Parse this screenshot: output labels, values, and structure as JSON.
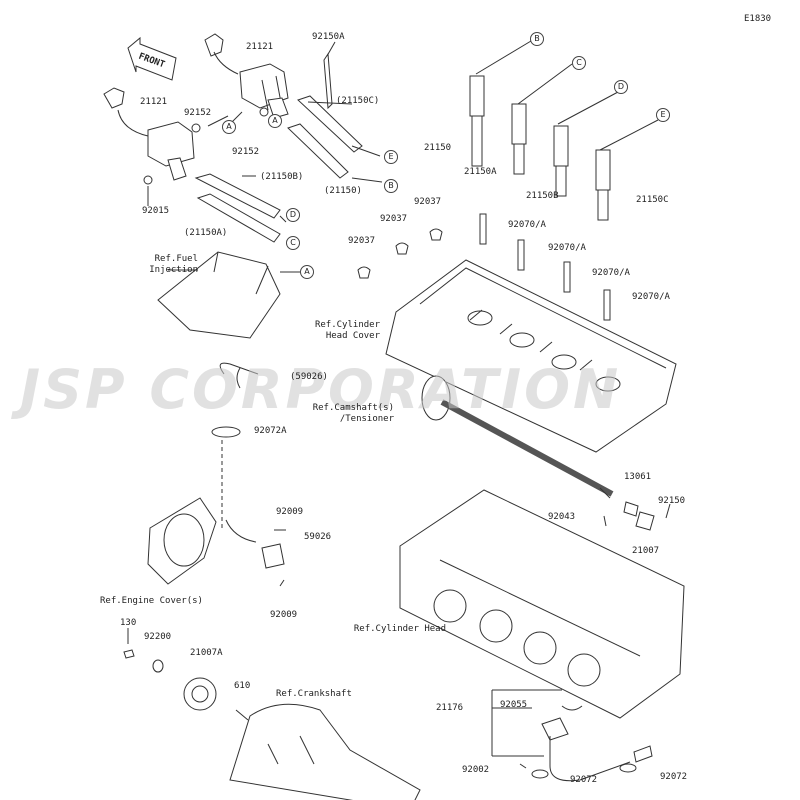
{
  "diagram_code": "E1830",
  "watermark": "JSP CORPORATION",
  "front_label": "FRONT",
  "part_labels": {
    "p21121_a": "21121",
    "p21121_b": "21121",
    "p92150A": "92150A",
    "p21150C_paren": "(21150C)",
    "p92152_a": "92152",
    "p92152_b": "92152",
    "p21150B_paren": "(21150B)",
    "p21150_paren": "(21150)",
    "p92015": "92015",
    "p21150A_paren": "(21150A)",
    "p21150": "21150",
    "p21150A": "21150A",
    "p21150B": "21150B",
    "p21150C": "21150C",
    "p92037_a": "92037",
    "p92037_b": "92037",
    "p92037_c": "92037",
    "p92070_a": "92070/A",
    "p92070_b": "92070/A",
    "p92070_c": "92070/A",
    "p92070_d": "92070/A",
    "p59026_paren": "(59026)",
    "p92072A": "92072A",
    "p13061": "13061",
    "p92150": "92150",
    "p92043": "92043",
    "p21007": "21007",
    "p92009_a": "92009",
    "p59026": "59026",
    "p92009_b": "92009",
    "p130": "130",
    "p92200": "92200",
    "p21007A": "21007A",
    "p610": "610",
    "p21176": "21176",
    "p92055": "92055",
    "p92002": "92002",
    "p92072_a": "92072",
    "p92072_b": "92072"
  },
  "references": {
    "fuel_injection": "Ref.Fuel\nInjection",
    "cylinder_head_cover": "Ref.Cylinder\nHead Cover",
    "camshaft": "Ref.Camshaft(s)\n/Tensioner",
    "engine_cover": "Ref.Engine Cover(s)",
    "cylinder_head": "Ref.Cylinder Head",
    "crankshaft": "Ref.Crankshaft"
  },
  "callouts": {
    "a1": "A",
    "a2": "A",
    "a3": "A",
    "b1": "B",
    "b2": "B",
    "c1": "C",
    "c2": "C",
    "d1": "D",
    "d2": "D",
    "e1": "E",
    "e2": "E"
  }
}
